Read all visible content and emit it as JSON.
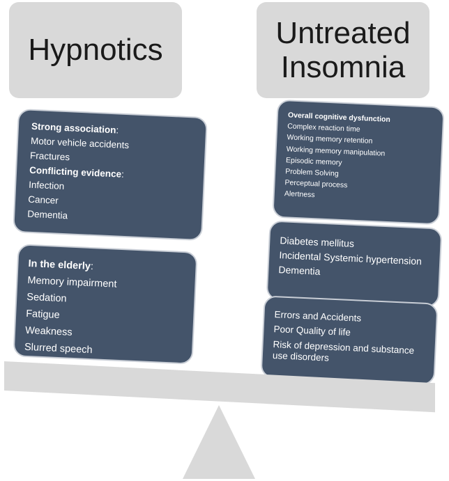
{
  "headers": {
    "left": "Hypnotics",
    "right_line1": "Untreated",
    "right_line2": "Insomnia"
  },
  "left_boxes": {
    "box1": {
      "heading1": "Strong association",
      "heading1_suffix": ":",
      "items1": [
        "Motor vehicle accidents",
        "Fractures"
      ],
      "heading2": "Conflicting evidence",
      "heading2_suffix": ":",
      "items2": [
        "Infection",
        "Cancer",
        "Dementia"
      ]
    },
    "box2": {
      "heading": "In the elderly",
      "heading_suffix": ":",
      "items": [
        "Memory impairment",
        "Sedation",
        "Fatigue",
        "Weakness",
        "Slurred speech"
      ]
    }
  },
  "right_boxes": {
    "box1": {
      "heading": "Overall cognitive dysfunction",
      "items": [
        "Complex reaction time",
        "Working memory retention",
        "Working memory manipulation",
        "Episodic memory",
        "Problem Solving",
        "Perceptual process",
        "Alertness"
      ]
    },
    "box2": {
      "items": [
        "Diabetes mellitus",
        "Incidental Systemic hypertension",
        "Dementia"
      ]
    },
    "box3": {
      "items": [
        "Errors and Accidents",
        "Poor Quality of life",
        "Risk of depression and substance use disorders"
      ]
    }
  },
  "colors": {
    "box_fill": "#44546a",
    "header_fill": "#d9d9d9",
    "scale_fill": "#d9d9d9"
  }
}
